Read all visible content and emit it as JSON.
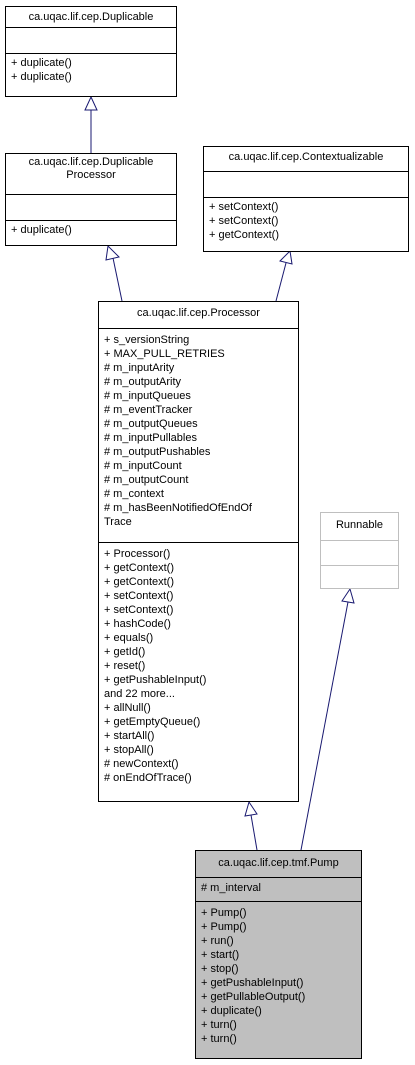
{
  "classes": {
    "duplicable": {
      "name": "ca.uqac.lif.cep.Duplicable",
      "attributes": [],
      "methods": [
        "+ duplicate()",
        "+ duplicate()"
      ]
    },
    "duplicable_processor": {
      "name_line1": "ca.uqac.lif.cep.Duplicable",
      "name_line2": "Processor",
      "attributes": [],
      "methods": [
        "+ duplicate()"
      ]
    },
    "contextualizable": {
      "name": "ca.uqac.lif.cep.Contextualizable",
      "attributes": [],
      "methods": [
        "+ setContext()",
        "+ setContext()",
        "+ getContext()"
      ]
    },
    "processor": {
      "name": "ca.uqac.lif.cep.Processor",
      "attributes": [
        "+ s_versionString",
        "+ MAX_PULL_RETRIES",
        "# m_inputArity",
        "# m_outputArity",
        "# m_inputQueues",
        "# m_eventTracker",
        "# m_outputQueues",
        "# m_inputPullables",
        "# m_outputPushables",
        "# m_inputCount",
        "# m_outputCount",
        "# m_context",
        "# m_hasBeenNotifiedOfEndOf",
        "Trace"
      ],
      "methods": [
        "+ Processor()",
        "+ getContext()",
        "+ getContext()",
        "+ setContext()",
        "+ setContext()",
        "+ hashCode()",
        "+ equals()",
        "+ getId()",
        "+ reset()",
        "+ getPushableInput()",
        "and 22 more...",
        "+ allNull()",
        "+ getEmptyQueue()",
        "+ startAll()",
        "+ stopAll()",
        "# newContext()",
        "# onEndOfTrace()"
      ]
    },
    "runnable": {
      "name": "Runnable",
      "attributes": [],
      "methods": []
    },
    "pump": {
      "name": "ca.uqac.lif.cep.tmf.Pump",
      "attributes": [
        "# m_interval"
      ],
      "methods": [
        "+ Pump()",
        "+ Pump()",
        "+ run()",
        "+ start()",
        "+ stop()",
        "+ getPushableInput()",
        "+ getPullableOutput()",
        "+ duplicate()",
        "+ turn()",
        "+ turn()"
      ]
    }
  },
  "colors": {
    "edge": "#191970",
    "focus_fill": "#bfbfbf",
    "external_border": "#bfbfbf"
  }
}
